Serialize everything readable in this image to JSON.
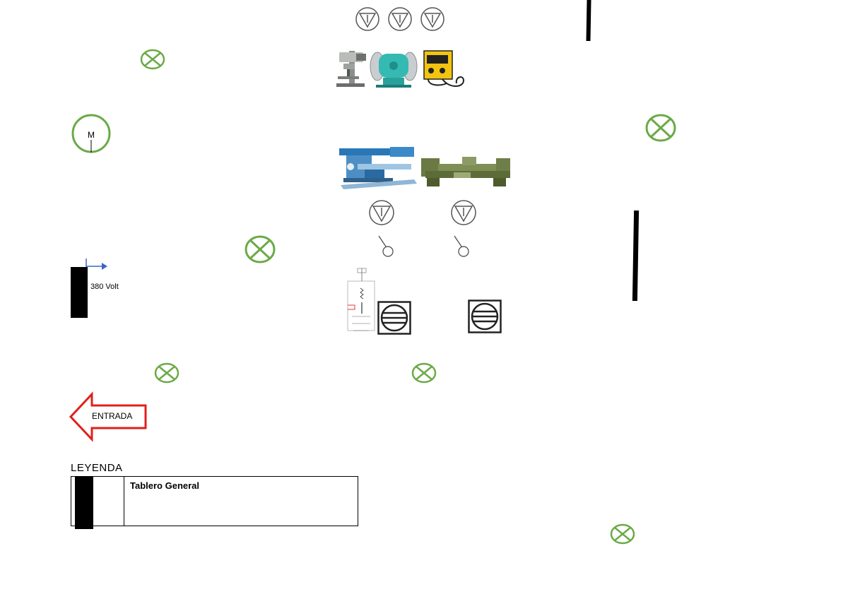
{
  "colors": {
    "lamp_green": "#6aaa46",
    "motor_green": "#6aaa46",
    "arrow_red": "#e0201a",
    "feed_arrow_blue": "#3a66c8",
    "panel_black": "#000000"
  },
  "icons": {
    "lamp": "lamp-symbol-icon",
    "motor": "motor-symbol-icon",
    "outlet": "power-outlet-triangle-icon",
    "switch": "light-switch-icon",
    "extractor": "extractor-fan-icon"
  },
  "motor": {
    "label": "M"
  },
  "panel": {
    "voltage_label": "380 Volt"
  },
  "entrance": {
    "label": "ENTRADA"
  },
  "legend": {
    "title": "LEYENDA",
    "rows": [
      {
        "description": "Tablero General"
      }
    ]
  },
  "machines": [
    {
      "id": "drill-press",
      "icon": "drill-press-icon"
    },
    {
      "id": "bench-grinder",
      "icon": "bench-grinder-icon"
    },
    {
      "id": "welder",
      "icon": "welding-machine-icon"
    },
    {
      "id": "milling-machine",
      "icon": "milling-machine-icon"
    },
    {
      "id": "lathe",
      "icon": "lathe-icon"
    }
  ]
}
